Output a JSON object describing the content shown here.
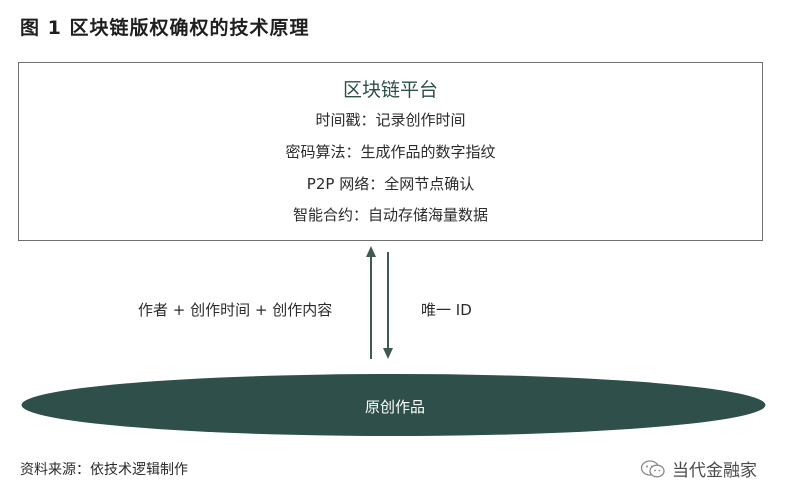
{
  "figure": {
    "title": "图 1  区块链版权确权的技术原理"
  },
  "platform": {
    "title": "区块链平台",
    "features": [
      "时间戳：记录创作时间",
      "密码算法：生成作品的数字指纹",
      "P2P 网络：全网节点确认",
      "智能合约：自动存储海量数据"
    ]
  },
  "flow": {
    "upward_label": "作者 + 创作时间 + 创作内容",
    "downward_label": "唯一 ID"
  },
  "work": {
    "label": "原创作品"
  },
  "footer": {
    "source": "资料来源：依技术逻辑制作",
    "brand": "当代金融家",
    "brand_icon": "wechat-icon"
  },
  "colors": {
    "ellipse_fill": "#2f4f4a",
    "arrow": "#3f5a55",
    "box_border": "#6f6f6f"
  }
}
